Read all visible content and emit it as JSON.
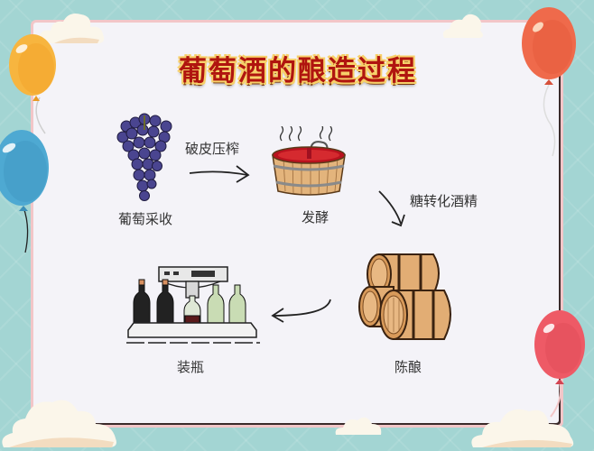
{
  "title": "葡萄酒的酿造过程",
  "steps": [
    {
      "id": "harvest",
      "label": "葡萄采收",
      "icon": "grapes-icon"
    },
    {
      "id": "fermentation",
      "label": "发酵",
      "icon": "fermentation-vat-icon"
    },
    {
      "id": "aging",
      "label": "陈酿",
      "icon": "wine-barrels-icon"
    },
    {
      "id": "bottling",
      "label": "装瓶",
      "icon": "bottling-machine-icon"
    }
  ],
  "transitions": [
    {
      "from": "harvest",
      "to": "fermentation",
      "label": "破皮压榨"
    },
    {
      "from": "fermentation",
      "to": "aging",
      "label": "糖转化酒精"
    },
    {
      "from": "aging",
      "to": "bottling",
      "label": ""
    }
  ],
  "colors": {
    "background": "#a3d5d3",
    "panel": "#f4f3f8",
    "panel_border": "#f2c6c8",
    "title_text": "#b0150f",
    "title_outline": "#f7d06a",
    "grape": "#3f3a7a",
    "wood": "#d9a06a",
    "wine": "#c0202a",
    "balloon_yellow": "#f7b53f",
    "balloon_blue": "#4ea9d2",
    "balloon_orange": "#ef6a4b",
    "balloon_red": "#ee5a66"
  }
}
